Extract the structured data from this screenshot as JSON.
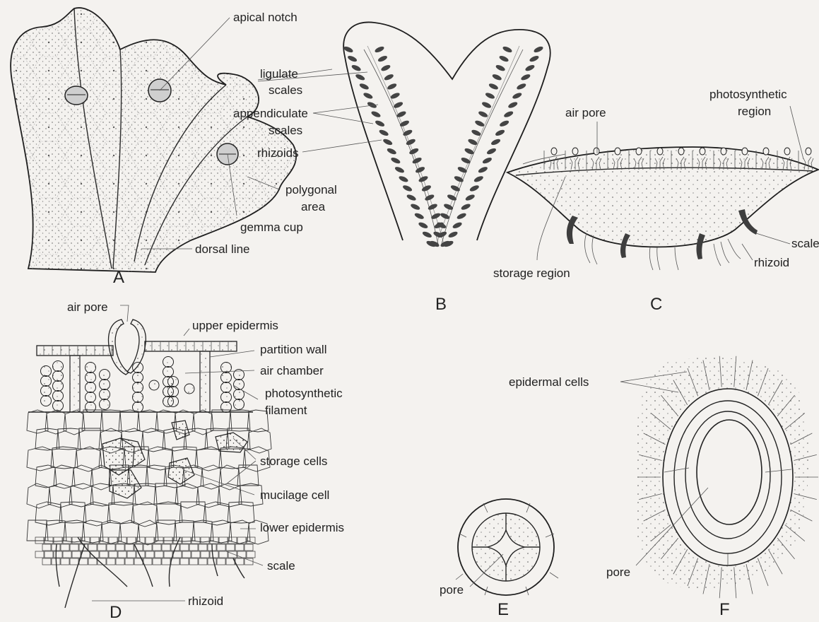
{
  "panels": {
    "A": {
      "letter": "A",
      "labels": {
        "apical_notch": "apical notch",
        "polygonal_area_1": "polygonal",
        "polygonal_area_2": "area",
        "gemma_cup": "gemma cup",
        "dorsal_line": "dorsal line"
      }
    },
    "B": {
      "letter": "B",
      "labels": {
        "ligulate_1": "ligulate",
        "ligulate_2": "scales",
        "appendiculate_1": "appendiculate",
        "appendiculate_2": "scales",
        "rhizoids": "rhizoids"
      }
    },
    "C": {
      "letter": "C",
      "labels": {
        "photosynthetic_1": "photosynthetic",
        "photosynthetic_2": "region",
        "air_pore": "air pore",
        "scale": "scale",
        "rhizoid": "rhizoid",
        "storage_region": "storage region"
      }
    },
    "D": {
      "letter": "D",
      "labels": {
        "air_pore": "air pore",
        "upper_epidermis": "upper epidermis",
        "partition_wall": "partition wall",
        "air_chamber": "air chamber",
        "photosynthetic_1": "photosynthetic",
        "photosynthetic_2": "filament",
        "storage_cells": "storage cells",
        "mucilage_cell": "mucilage cell",
        "lower_epidermis": "lower epidermis",
        "scale": "scale",
        "rhizoid": "rhizoid"
      }
    },
    "E": {
      "letter": "E",
      "labels": {
        "pore": "pore"
      }
    },
    "F": {
      "letter": "F",
      "labels": {
        "epidermal_cells": "epidermal cells",
        "pore": "pore"
      }
    }
  },
  "colors": {
    "ink": "#222222",
    "paper": "#f4f2ef",
    "scale_fill": "#4a4a4a",
    "cell_fill": "#d9d9d9"
  }
}
